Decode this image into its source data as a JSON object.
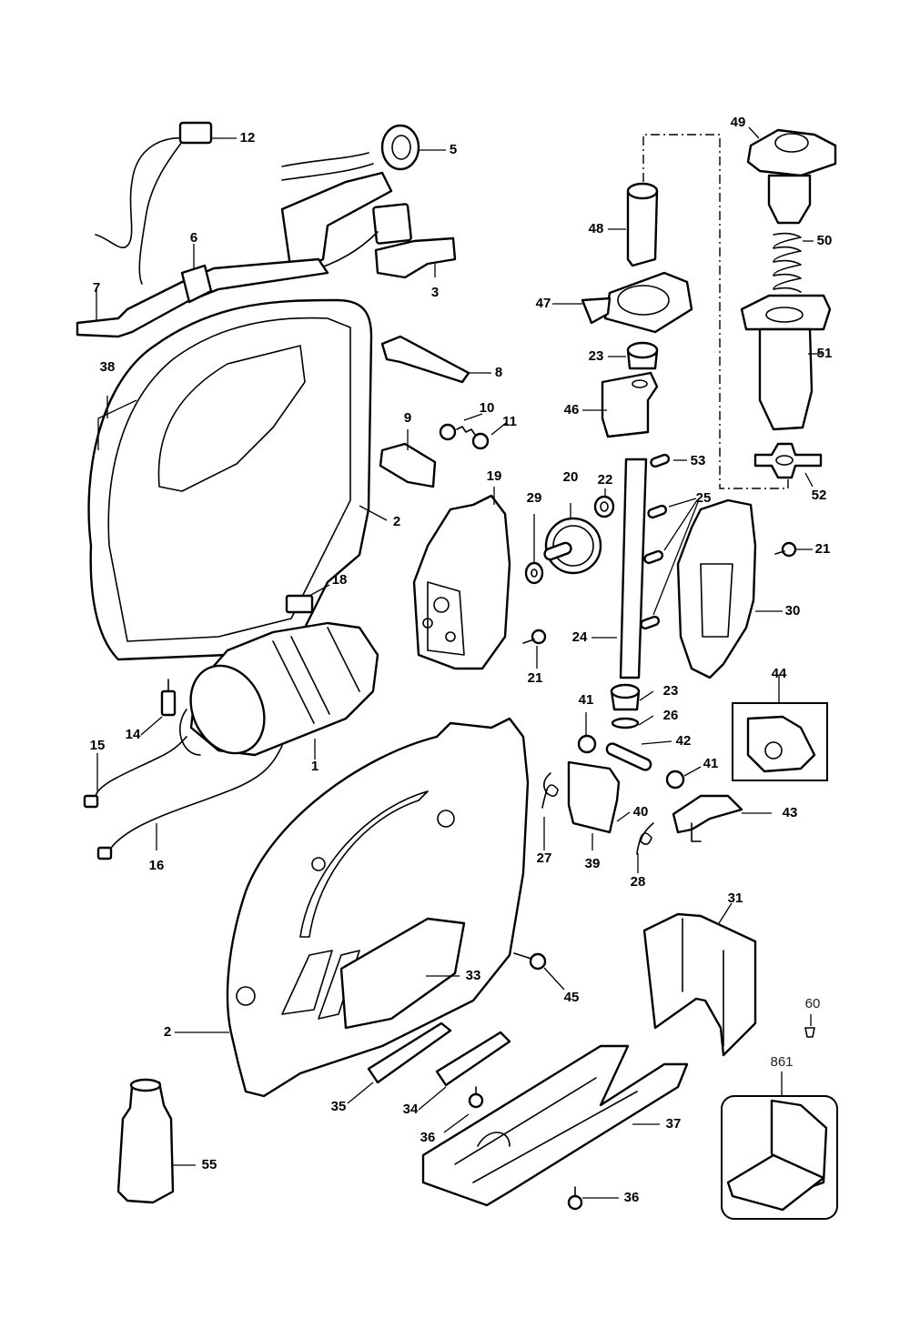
{
  "diagram": {
    "type": "exploded-parts-diagram",
    "subject": "jigsaw",
    "colors": {
      "line": "#000000",
      "background": "#ffffff"
    },
    "callouts": [
      {
        "id": "c12",
        "label": "12",
        "part": "switch-wire-connector"
      },
      {
        "id": "c5",
        "label": "5",
        "part": "speed-control-dial"
      },
      {
        "id": "c3",
        "label": "3",
        "part": "switch"
      },
      {
        "id": "c6",
        "label": "6",
        "part": "cord-guard"
      },
      {
        "id": "c7",
        "label": "7",
        "part": "power-cord"
      },
      {
        "id": "c38",
        "label": "38",
        "part": "housing-half-left"
      },
      {
        "id": "c8",
        "label": "8",
        "part": "trigger"
      },
      {
        "id": "c9",
        "label": "9",
        "part": "lock-on-button"
      },
      {
        "id": "c10",
        "label": "10",
        "part": "spring"
      },
      {
        "id": "c11",
        "label": "11",
        "part": "button-cap"
      },
      {
        "id": "c2a",
        "label": "2",
        "part": "housing-inner"
      },
      {
        "id": "c18",
        "label": "18",
        "part": "terminal-block"
      },
      {
        "id": "c19",
        "label": "19",
        "part": "gear-case"
      },
      {
        "id": "c29",
        "label": "29",
        "part": "washer"
      },
      {
        "id": "c20",
        "label": "20",
        "part": "gear"
      },
      {
        "id": "c22",
        "label": "22",
        "part": "bearing"
      },
      {
        "id": "c21a",
        "label": "21",
        "part": "screw"
      },
      {
        "id": "c21b",
        "label": "21",
        "part": "screw"
      },
      {
        "id": "c24",
        "label": "24",
        "part": "plunger-shaft"
      },
      {
        "id": "c25",
        "label": "25",
        "part": "pins"
      },
      {
        "id": "c53",
        "label": "53",
        "part": "pin"
      },
      {
        "id": "c30",
        "label": "30",
        "part": "gear-cover"
      },
      {
        "id": "c48",
        "label": "48",
        "part": "blade-clamp-sleeve"
      },
      {
        "id": "c47",
        "label": "47",
        "part": "clamp-plate"
      },
      {
        "id": "c23a",
        "label": "23",
        "part": "bushing"
      },
      {
        "id": "c46",
        "label": "46",
        "part": "plunger-guide"
      },
      {
        "id": "c49",
        "label": "49",
        "part": "blade-clamp-knob"
      },
      {
        "id": "c50",
        "label": "50",
        "part": "spring"
      },
      {
        "id": "c51",
        "label": "51",
        "part": "knob-housing"
      },
      {
        "id": "c52",
        "label": "52",
        "part": "spider-clip"
      },
      {
        "id": "c1",
        "label": "1",
        "part": "motor-armature"
      },
      {
        "id": "c14",
        "label": "14",
        "part": "brush-holder"
      },
      {
        "id": "c15",
        "label": "15",
        "part": "lead-wire"
      },
      {
        "id": "c16",
        "label": "16",
        "part": "lead-wire"
      },
      {
        "id": "c23b",
        "label": "23",
        "part": "bushing"
      },
      {
        "id": "c26",
        "label": "26",
        "part": "washer"
      },
      {
        "id": "c41a",
        "label": "41",
        "part": "retaining-ring"
      },
      {
        "id": "c41b",
        "label": "41",
        "part": "retaining-ring"
      },
      {
        "id": "c42",
        "label": "42",
        "part": "pivot-pin"
      },
      {
        "id": "c43",
        "label": "43",
        "part": "pendulum-lever"
      },
      {
        "id": "c44",
        "label": "44",
        "part": "roller-guide-assembly"
      },
      {
        "id": "c27",
        "label": "27",
        "part": "spring"
      },
      {
        "id": "c39",
        "label": "39",
        "part": "roller-support"
      },
      {
        "id": "c40",
        "label": "40",
        "part": "spring-clip"
      },
      {
        "id": "c28",
        "label": "28",
        "part": "spring"
      },
      {
        "id": "c31",
        "label": "31",
        "part": "blade-guard"
      },
      {
        "id": "c33",
        "label": "33",
        "part": "nameplate"
      },
      {
        "id": "c45",
        "label": "45",
        "part": "screw"
      },
      {
        "id": "c60",
        "label": "60",
        "part": "plug"
      },
      {
        "id": "c2b",
        "label": "2",
        "part": "housing-outer"
      },
      {
        "id": "c35",
        "label": "35",
        "part": "dust-chute"
      },
      {
        "id": "c34",
        "label": "34",
        "part": "bevel-lock"
      },
      {
        "id": "c36a",
        "label": "36",
        "part": "screw"
      },
      {
        "id": "c36b",
        "label": "36",
        "part": "screw"
      },
      {
        "id": "c37",
        "label": "37",
        "part": "shoe"
      },
      {
        "id": "c55",
        "label": "55",
        "part": "dust-adapter"
      },
      {
        "id": "c861",
        "label": "861",
        "part": "kit-box"
      }
    ]
  }
}
